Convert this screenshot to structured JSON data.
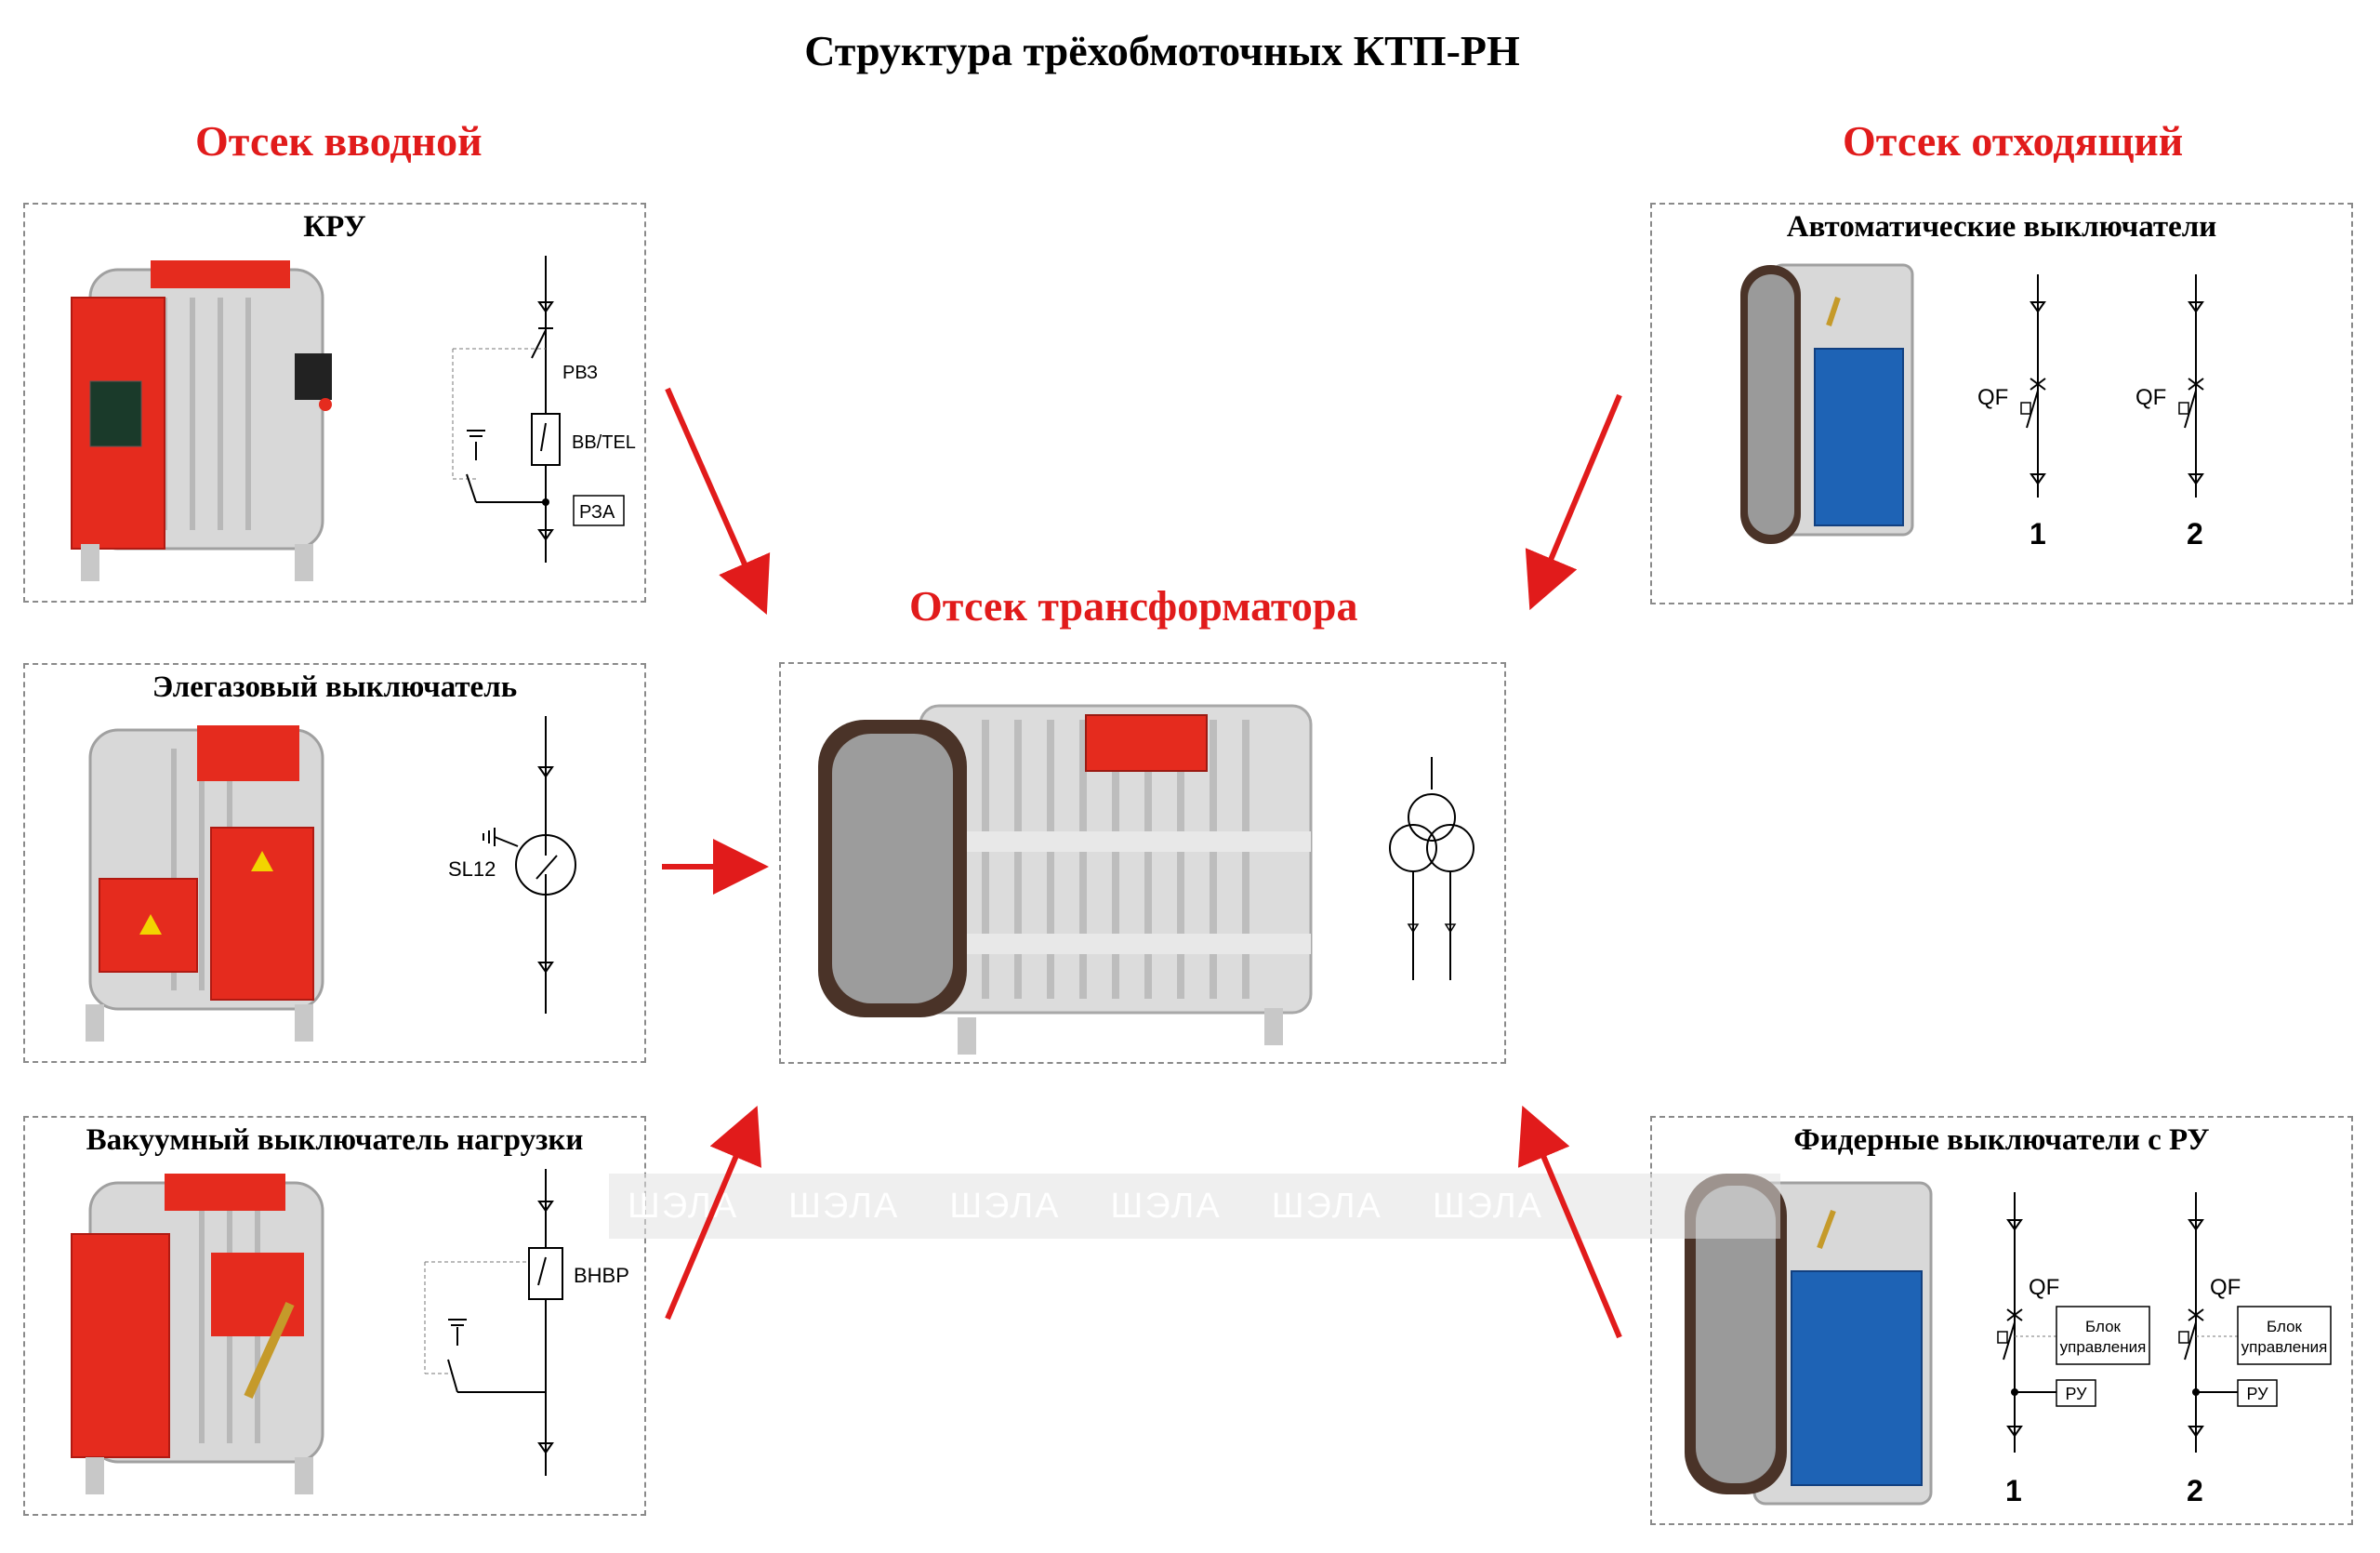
{
  "title": "Структура трёхобмоточных КТП-РН",
  "sections": {
    "input": "Отсек вводной",
    "output": "Отсек отходящий",
    "transformer": "Отсек трансформатора"
  },
  "boxes": {
    "kru": {
      "title": "КРУ",
      "labels": {
        "rvz": "РВЗ",
        "vv": "ВВ/TEL",
        "rza": "РЗА"
      }
    },
    "sf6": {
      "title": "Элегазовый выключатель",
      "labels": {
        "sl12": "SL12"
      }
    },
    "vacuum": {
      "title": "Вакуумный выключатель нагрузки",
      "labels": {
        "vnvr": "ВНВР"
      }
    },
    "auto": {
      "title": "Автоматические выключатели",
      "labels": {
        "qf": "QF",
        "n1": "1",
        "n2": "2"
      }
    },
    "feeder": {
      "title": "Фидерные выключатели с РУ",
      "labels": {
        "qf": "QF",
        "control_line1": "Блок",
        "control_line2": "управления",
        "ru": "РУ",
        "n1": "1",
        "n2": "2"
      }
    }
  },
  "watermark": [
    "ШЭЛА",
    "ШЭЛА",
    "ШЭЛА",
    "ШЭЛА",
    "ШЭЛА",
    "ШЭЛА"
  ],
  "colors": {
    "accent": "#e11b1b",
    "cabinet": "#d8d8d8",
    "panel_red": "#e52b1e",
    "panel_blue": "#1e63b5",
    "frame_brown": "#4a3328"
  }
}
